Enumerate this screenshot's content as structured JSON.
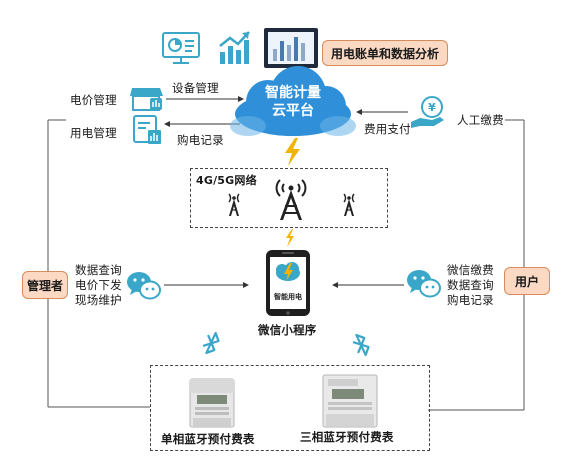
{
  "top_banner": "用电账单和数据分析",
  "cloud": {
    "line1": "智能计量",
    "line2": "云平台"
  },
  "left_labels": {
    "price_mgmt": "电价管理",
    "usage_mgmt": "用电管理",
    "device_mgmt": "设备管理",
    "purchase_record": "购电记录"
  },
  "right_labels": {
    "fee_payment": "费用支付",
    "manual_payment": "人工缴费"
  },
  "network_label": "4G/5G网络",
  "admin": {
    "label": "管理者",
    "lines": [
      "数据查询",
      "电价下发",
      "现场维护"
    ]
  },
  "user": {
    "label": "用户",
    "lines": [
      "微信缴费",
      "数据查询",
      "购电记录"
    ]
  },
  "phone": {
    "screen_text": "智能用电",
    "caption": "微信小程序"
  },
  "meters": {
    "single_phase": "单相蓝牙预付费表",
    "three_phase": "三相蓝牙预付费表"
  },
  "colors": {
    "cloud_blue": "#2f8fd8",
    "accent_teal": "#3aa7c9",
    "peach": "#fbd9c3",
    "bolt": "#f2b400"
  }
}
